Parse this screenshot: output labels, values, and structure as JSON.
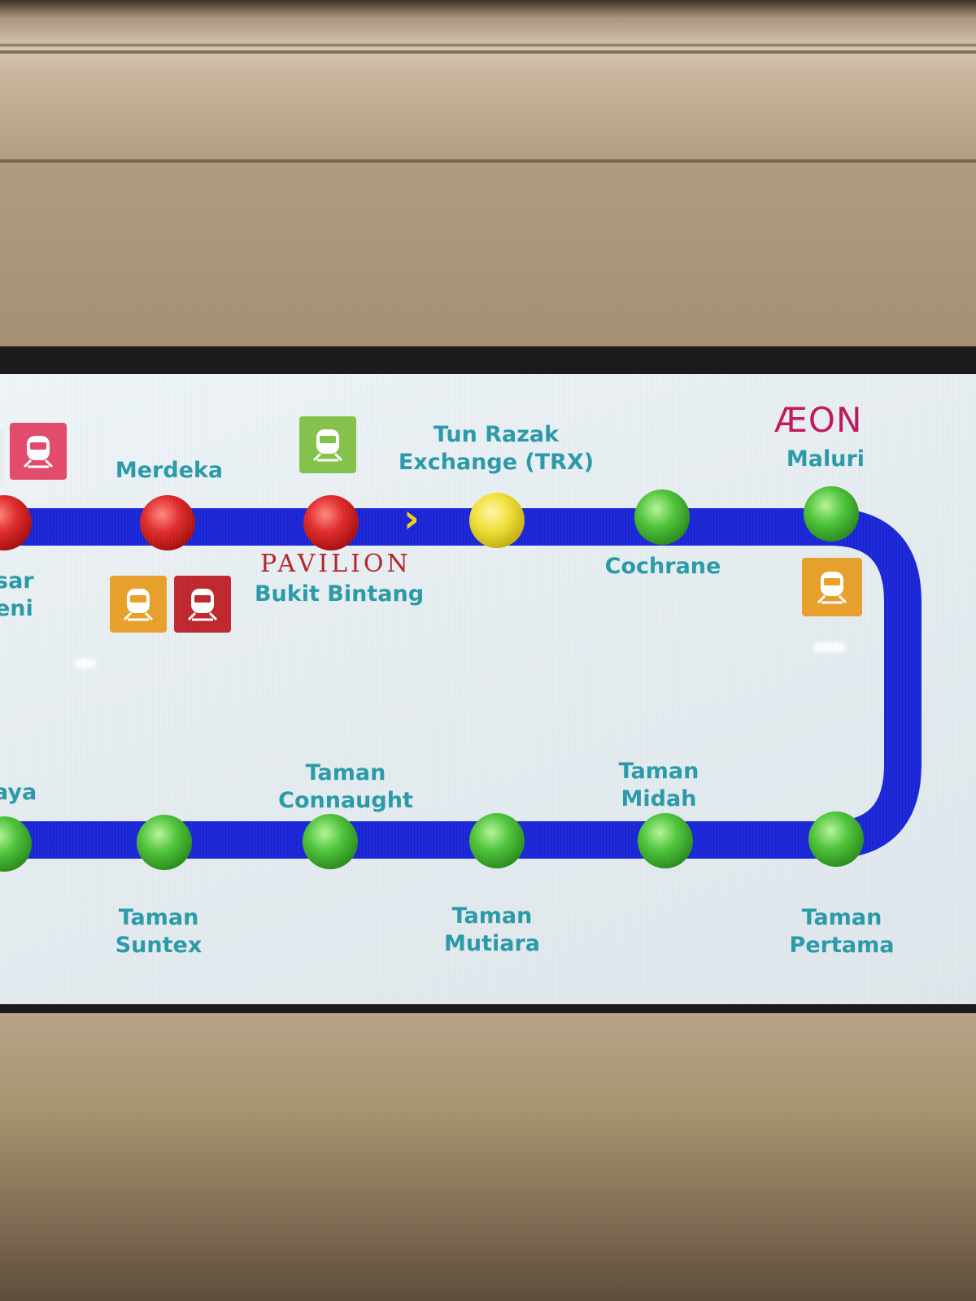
{
  "colors": {
    "line": "#1a26d6",
    "station_red": "#e12b2b",
    "station_yellow": "#f3e23a",
    "station_green": "#4fc53a",
    "label": "#2a9aa8",
    "pavilion": "#b3262c",
    "aeon": "#c2185b"
  },
  "stations": {
    "partial_left_top": "sar\neni",
    "merdeka": "Merdeka",
    "bukit_bintang": "Bukit Bintang",
    "trx": "Tun Razak\nExchange (TRX)",
    "cochrane": "Cochrane",
    "maluri": "Maluri",
    "partial_left_bottom": "aya",
    "taman_suntex": "Taman\nSuntex",
    "taman_connaught": "Taman\nConnaught",
    "taman_mutiara": "Taman\nMutiara",
    "taman_midah": "Taman\nMidah",
    "taman_pertama": "Taman\nPertama"
  },
  "logos": {
    "pavilion": "PAVILION",
    "aeon": "ÆON"
  },
  "icons": {
    "interchange_pink": "train-icon",
    "interchange_green": "train-icon",
    "interchange_orange_1": "train-icon",
    "interchange_darkred": "train-icon",
    "interchange_orange_2": "train-icon"
  },
  "direction_marker": "›"
}
